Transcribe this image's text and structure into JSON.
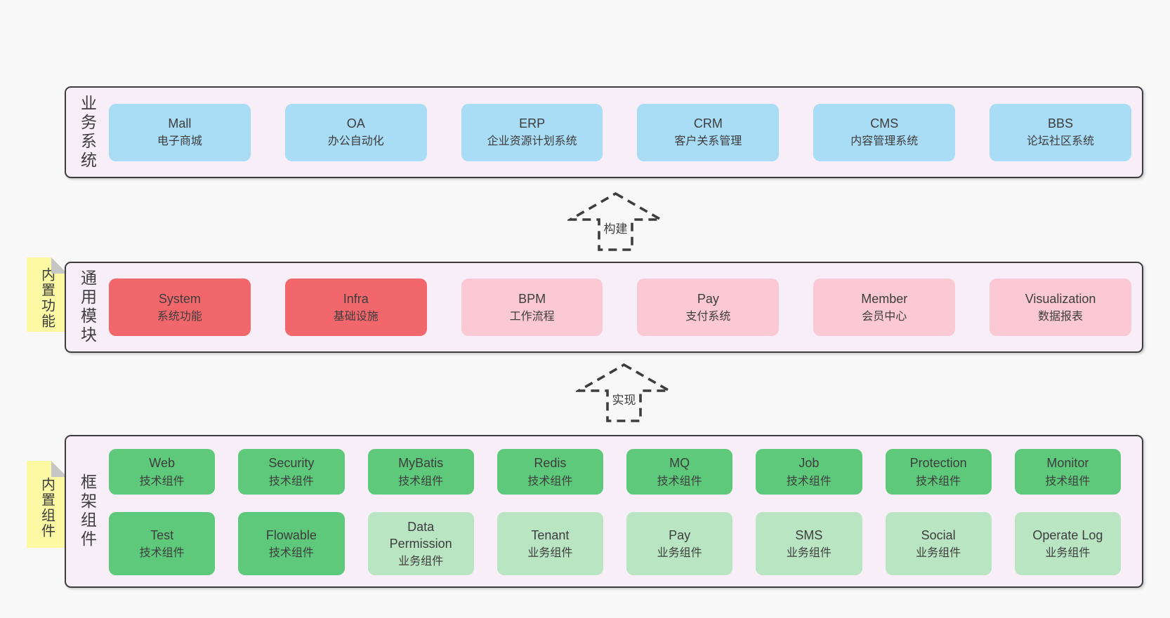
{
  "palette": {
    "bg": "#f8f8f8",
    "panel": "#f8eef7",
    "line": "#3d3d3d",
    "text": "#3d3d3d",
    "blue": "#a9dcf5",
    "red": "#f2676c",
    "pink": "#fbc9d3",
    "green-dark": "#5ec97b",
    "green-light": "#b9e5c2",
    "note-yellow": "#fbf9a4",
    "note-fold": "#c6c6c6"
  },
  "arrows": {
    "build": "构建",
    "implement": "实现"
  },
  "sections": {
    "business": {
      "label": "业务系统",
      "items": [
        {
          "en": "Mall",
          "zh": "电子商城"
        },
        {
          "en": "OA",
          "zh": "办公自动化"
        },
        {
          "en": "ERP",
          "zh": "企业资源计划系统"
        },
        {
          "en": "CRM",
          "zh": "客户关系管理"
        },
        {
          "en": "CMS",
          "zh": "内容管理系统"
        },
        {
          "en": "BBS",
          "zh": "论坛社区系统"
        }
      ]
    },
    "common": {
      "label": "通用模块",
      "tag": "内置功能",
      "items": [
        {
          "en": "System",
          "zh": "系统功能"
        },
        {
          "en": "Infra",
          "zh": "基础设施"
        },
        {
          "en": "BPM",
          "zh": "工作流程"
        },
        {
          "en": "Pay",
          "zh": "支付系统"
        },
        {
          "en": "Member",
          "zh": "会员中心"
        },
        {
          "en": "Visualization",
          "zh": "数据报表"
        }
      ]
    },
    "framework": {
      "label": "框架组件",
      "tag": "内置组件",
      "row1": [
        {
          "en": "Web",
          "zh": "技术组件"
        },
        {
          "en": "Security",
          "zh": "技术组件"
        },
        {
          "en": "MyBatis",
          "zh": "技术组件"
        },
        {
          "en": "Redis",
          "zh": "技术组件"
        },
        {
          "en": "MQ",
          "zh": "技术组件"
        },
        {
          "en": "Job",
          "zh": "技术组件"
        },
        {
          "en": "Protection",
          "zh": "技术组件"
        },
        {
          "en": "Monitor",
          "zh": "技术组件"
        }
      ],
      "row2": [
        {
          "en": "Test",
          "zh": "技术组件"
        },
        {
          "en": "Flowable",
          "zh": "技术组件"
        },
        {
          "en": "Data Permission",
          "zh": "业务组件"
        },
        {
          "en": "Tenant",
          "zh": "业务组件"
        },
        {
          "en": "Pay",
          "zh": "业务组件"
        },
        {
          "en": "SMS",
          "zh": "业务组件"
        },
        {
          "en": "Social",
          "zh": "业务组件"
        },
        {
          "en": "Operate Log",
          "zh": "业务组件"
        }
      ]
    }
  }
}
